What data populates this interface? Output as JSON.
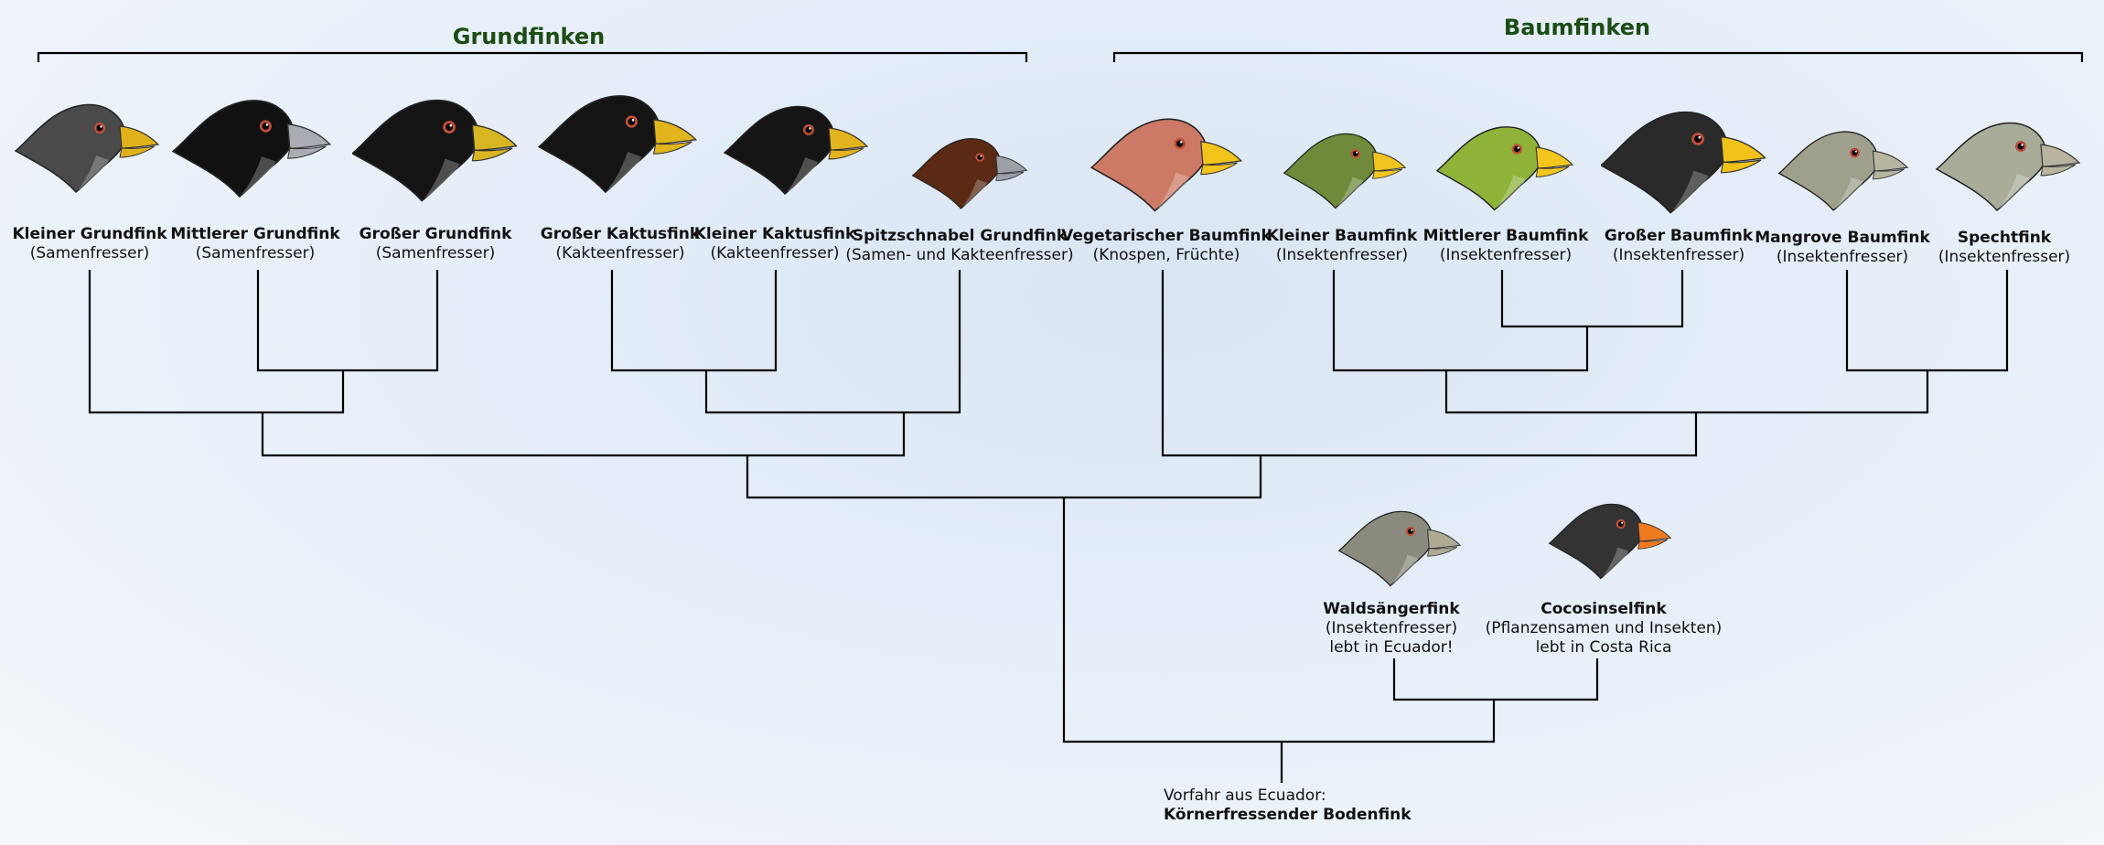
{
  "groups": {
    "ground": "Grundfinken",
    "tree": "Baumfinken"
  },
  "species": [
    {
      "name": "Kleiner Grundfink",
      "diet": "(Samenfresser)",
      "body": "#4a4a4a",
      "beak": "#e0b21a",
      "size": 1.0
    },
    {
      "name": "Mittlerer Grundfink",
      "diet": "(Samenfresser)",
      "body": "#111111",
      "beak": "#a9adb3",
      "size": 1.1
    },
    {
      "name": "Großer Grundfink",
      "diet": "(Samenfresser)",
      "body": "#141414",
      "beak": "#d8b522",
      "size": 1.15
    },
    {
      "name": "Großer Kaktusfink",
      "diet": "(Kakteenfresser)",
      "body": "#141414",
      "beak": "#e2b51c",
      "size": 1.1
    },
    {
      "name": "Kleiner Kaktusfink",
      "diet": "(Kakteenfresser)",
      "body": "#151515",
      "beak": "#e3b41d",
      "size": 1.0
    },
    {
      "name": "Spitzschnabel Grundfink",
      "diet": "(Samen- und Kakteenfresser)",
      "body": "#5a2a14",
      "beak": "#9aa0a6",
      "size": 0.8
    },
    {
      "name": "Vegetarischer Baumfink",
      "diet": "(Knospen, Früchte)",
      "body": "#cc7a66",
      "beak": "#f2c31b",
      "size": 1.05
    },
    {
      "name": "Kleiner Baumfink",
      "diet": "(Insektenfresser)",
      "body": "#6e8a3a",
      "beak": "#f1c420",
      "size": 0.85
    },
    {
      "name": "Mittlerer Baumfink",
      "diet": "(Insektenfresser)",
      "body": "#8fb339",
      "beak": "#f2c61c",
      "size": 0.95
    },
    {
      "name": "Großer Baumfink",
      "diet": "(Insektenfresser)",
      "body": "#2a2a2a",
      "beak": "#f2c21a",
      "size": 1.15
    },
    {
      "name": "Mangrove Baumfink",
      "diet": "(Insektenfresser)",
      "body": "#9ea08c",
      "beak": "#b7b4a0",
      "size": 0.9
    },
    {
      "name": "Spechtfink",
      "diet": "(Insektenfresser)",
      "body": "#a8ac98",
      "beak": "#b8b4a0",
      "size": 1.0
    },
    {
      "name": "Waldsängerfink",
      "diet": "(Insektenfresser)",
      "extra": "lebt in Ecuador!",
      "body": "#8a8a7e",
      "beak": "#aeaa94",
      "size": 0.85
    },
    {
      "name": "Cocosinselfink",
      "diet": "(Pflanzensamen und Insekten)",
      "extra": "lebt in Costa Rica",
      "body": "#333333",
      "beak": "#f07a1e",
      "size": 0.85
    }
  ],
  "ancestor": {
    "line1": "Vorfahr aus Ecuador:",
    "line2": "Körnerfressender Bodenfink"
  }
}
